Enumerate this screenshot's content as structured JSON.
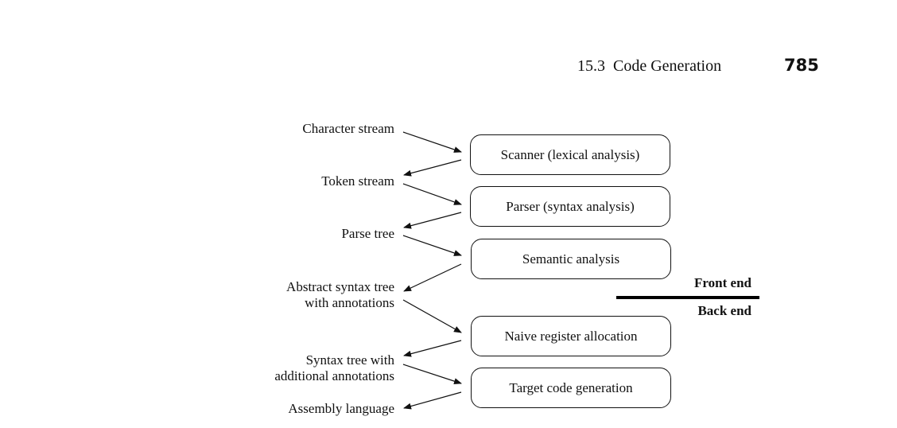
{
  "header": {
    "section": "15.3  Code Generation",
    "page_number": "785"
  },
  "diagram": {
    "stages": [
      "Scanner (lexical analysis)",
      "Parser (syntax analysis)",
      "Semantic analysis",
      "Naive register allocation",
      "Target code generation"
    ],
    "data_forms": [
      [
        "Character stream"
      ],
      [
        "Token stream"
      ],
      [
        "Parse tree"
      ],
      [
        "Abstract syntax tree",
        "with annotations"
      ],
      [
        "Syntax tree with",
        "additional annotations"
      ],
      [
        "Assembly language"
      ]
    ],
    "front_end_label": "Front end",
    "back_end_label": "Back end"
  }
}
